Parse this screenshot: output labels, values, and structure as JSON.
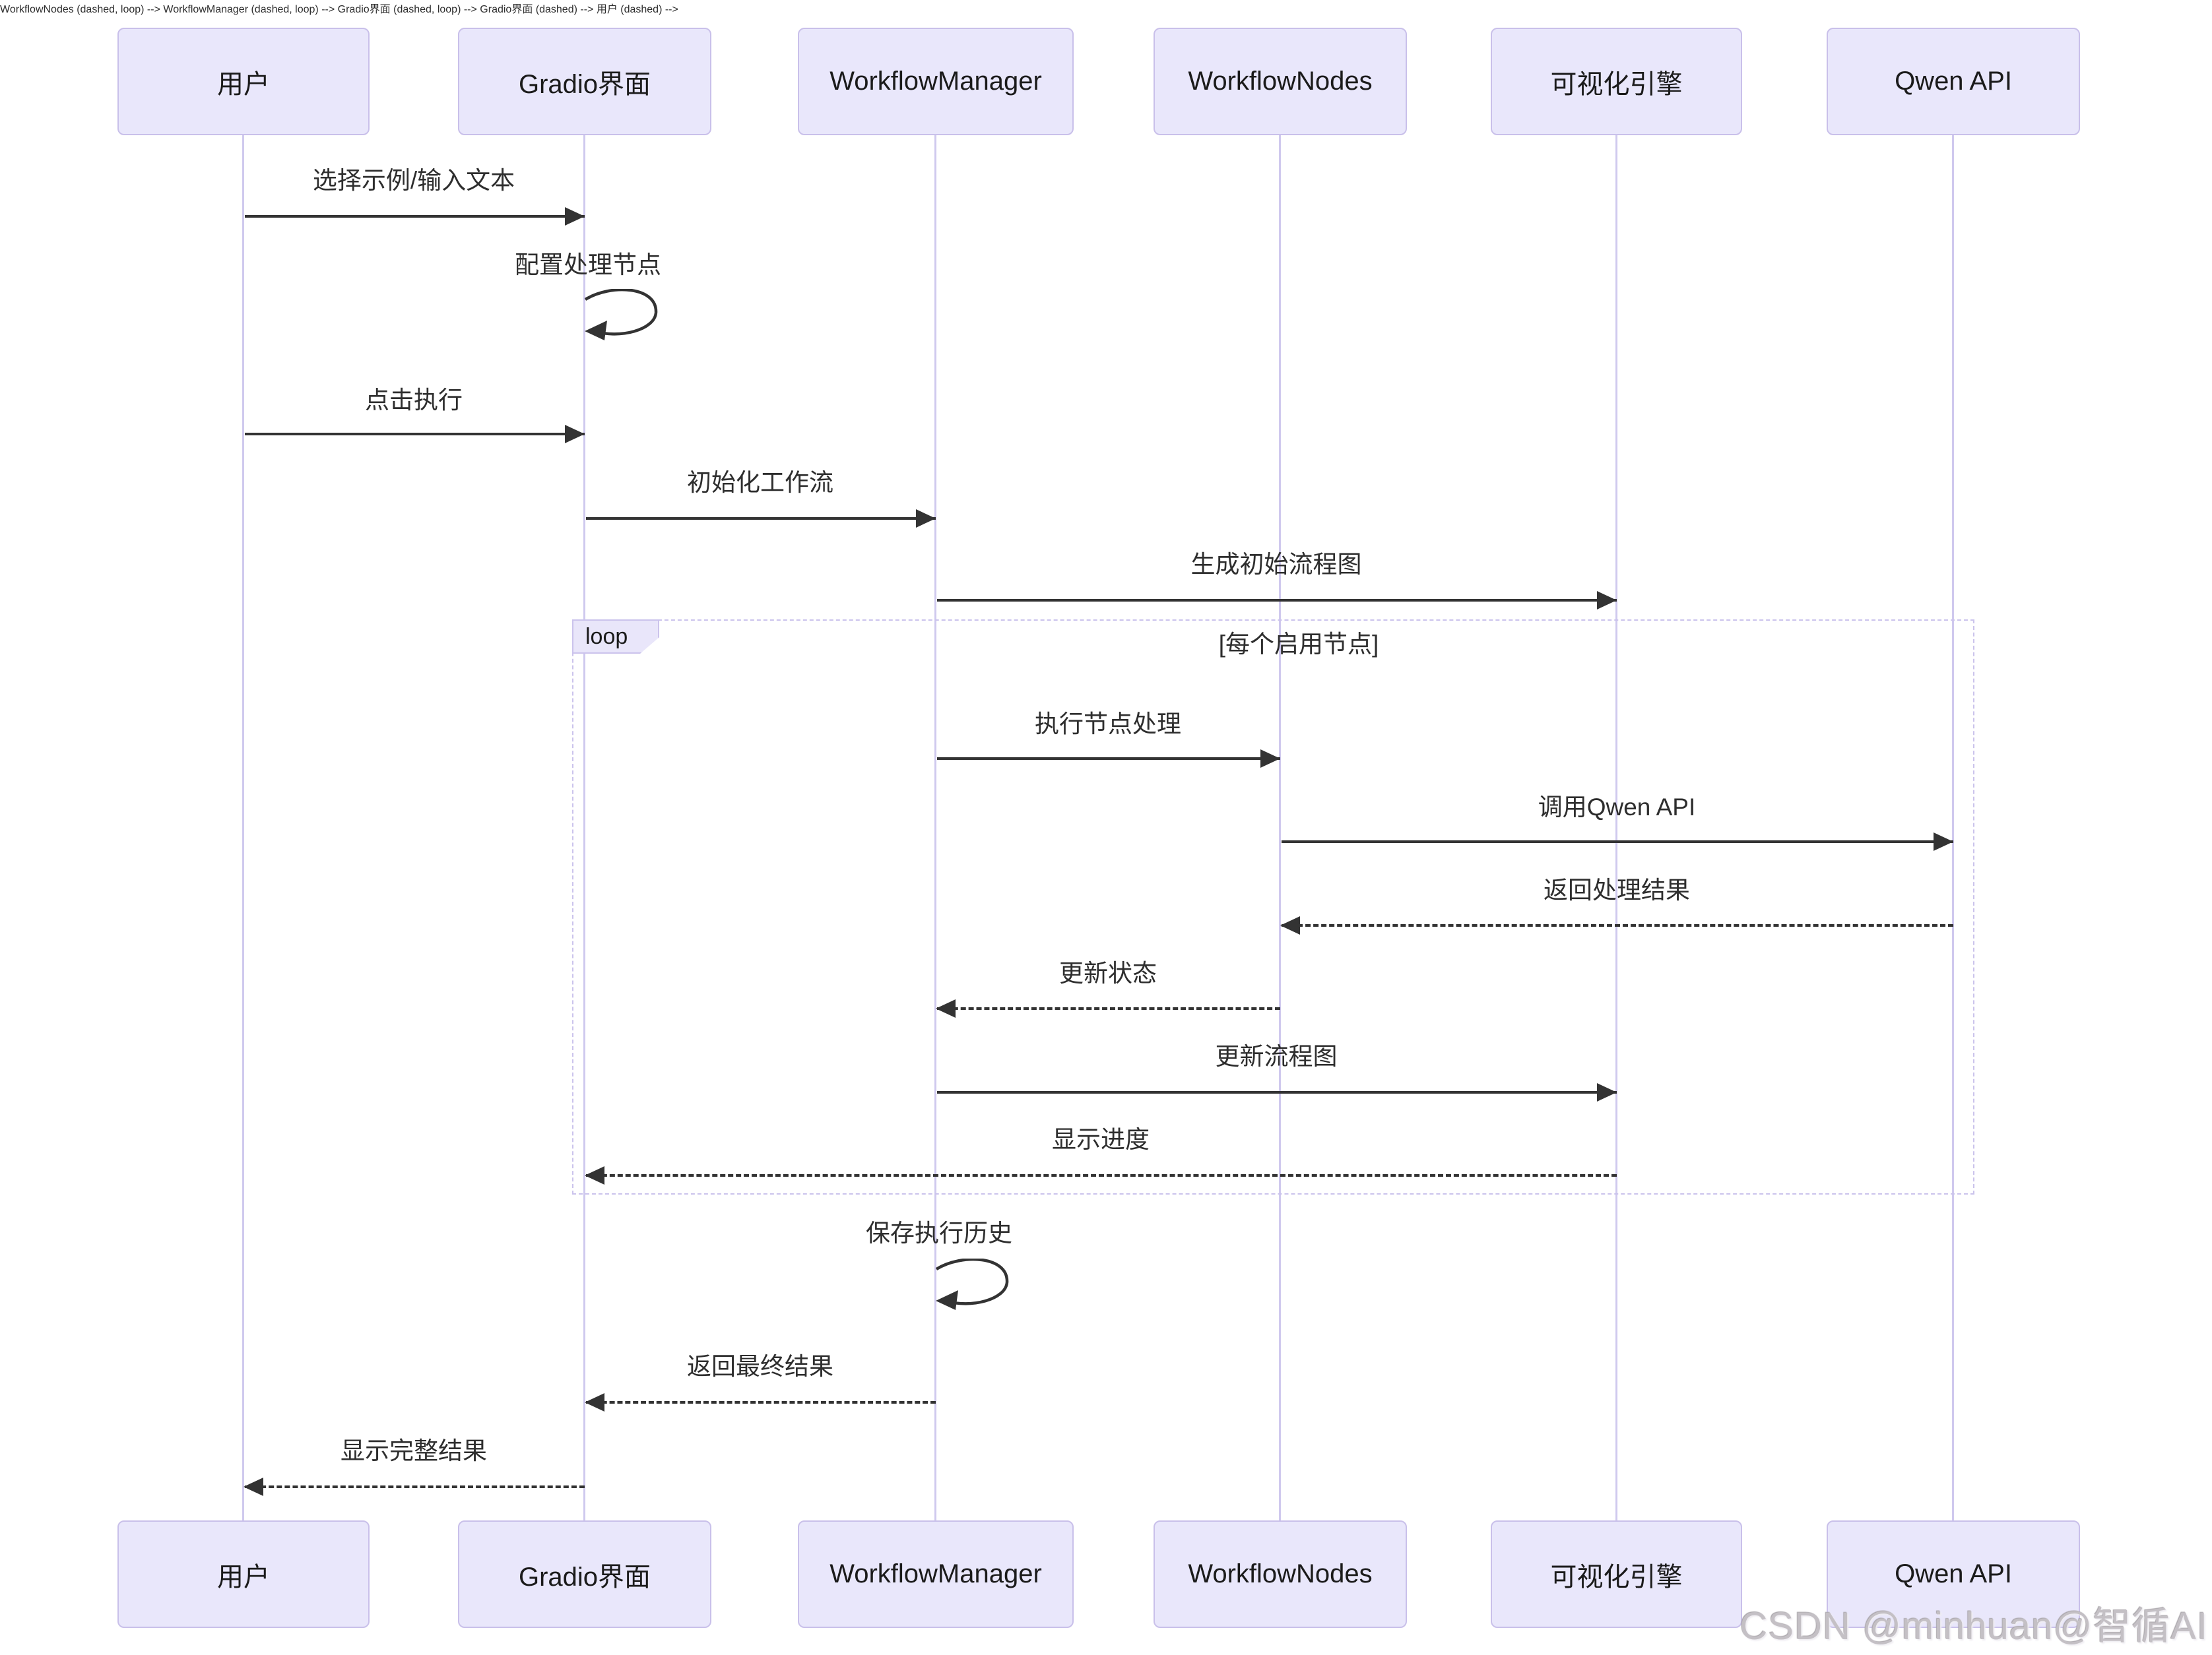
{
  "diagram_type": "sequence-diagram",
  "participants": [
    {
      "name": "用户"
    },
    {
      "name": "Gradio界面"
    },
    {
      "name": "WorkflowManager"
    },
    {
      "name": "WorkflowNodes"
    },
    {
      "name": "可视化引擎"
    },
    {
      "name": "Qwen API"
    }
  ],
  "messages": [
    {
      "from": "用户",
      "to": "Gradio界面",
      "label": "选择示例/输入文本",
      "style": "solid"
    },
    {
      "from": "Gradio界面",
      "to": "Gradio界面",
      "label": "配置处理节点",
      "style": "self"
    },
    {
      "from": "用户",
      "to": "Gradio界面",
      "label": "点击执行",
      "style": "solid"
    },
    {
      "from": "Gradio界面",
      "to": "WorkflowManager",
      "label": "初始化工作流",
      "style": "solid"
    },
    {
      "from": "WorkflowManager",
      "to": "可视化引擎",
      "label": "生成初始流程图",
      "style": "solid"
    },
    {
      "from": "WorkflowManager",
      "to": "WorkflowNodes",
      "label": "执行节点处理",
      "style": "solid",
      "in_loop": true
    },
    {
      "from": "WorkflowNodes",
      "to": "Qwen API",
      "label": "调用Qwen API",
      "style": "solid",
      "in_loop": true
    },
    {
      "from": "Qwen API",
      "to": "WorkflowNodes",
      "label": "返回处理结果",
      "style": "dashed",
      "in_loop": true
    },
    {
      "from": "WorkflowNodes",
      "to": "WorkflowManager",
      "label": "更新状态",
      "style": "dashed",
      "in_loop": true
    },
    {
      "from": "WorkflowManager",
      "to": "可视化引擎",
      "label": "更新流程图",
      "style": "solid",
      "in_loop": true
    },
    {
      "from": "可视化引擎",
      "to": "Gradio界面",
      "label": "显示进度",
      "style": "dashed",
      "in_loop": true
    },
    {
      "from": "WorkflowManager",
      "to": "WorkflowManager",
      "label": "保存执行历史",
      "style": "self"
    },
    {
      "from": "WorkflowManager",
      "to": "Gradio界面",
      "label": "返回最终结果",
      "style": "dashed"
    },
    {
      "from": "Gradio界面",
      "to": "用户",
      "label": "显示完整结果",
      "style": "dashed"
    }
  ],
  "loop": {
    "label": "loop",
    "condition": "[每个启用节点]"
  },
  "watermark": "CSDN @minhuan@智循AI",
  "colors": {
    "actor_fill": "#e9e7fb",
    "actor_border": "#c9c0ea",
    "lifeline": "#cfc9ee",
    "loop_border": "#cbc3ec",
    "arrow": "#333333",
    "text": "#2e2e2e",
    "watermark": "#c4c0c5"
  }
}
